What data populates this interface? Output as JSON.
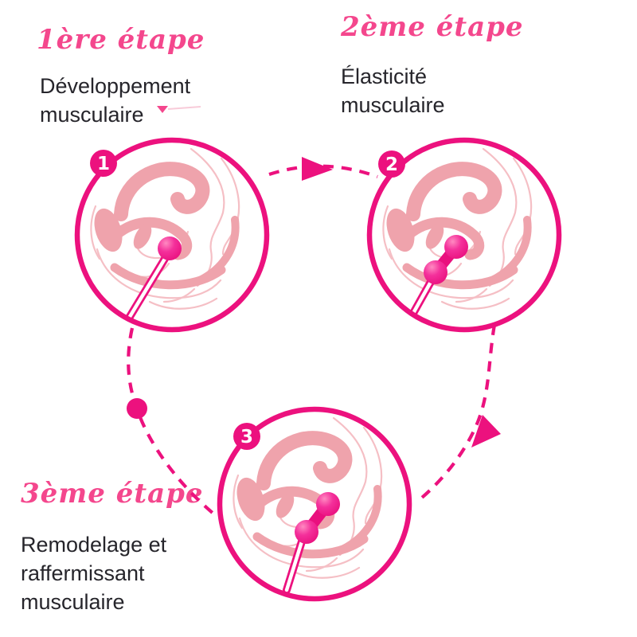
{
  "canvas": {
    "background": "#FFFFFF"
  },
  "palette": {
    "primary_pink": "#EC117E",
    "script_pink": "#F4478D",
    "ball_pink": "#E9107E",
    "salmon": "#EFA3AC",
    "salmon_light": "#F5BFC5",
    "text_dark": "#26252B",
    "badge_text": "#FFFFFF"
  },
  "steps": [
    {
      "number": "1",
      "title": "1ère étape",
      "description": "Développement\nmusculaire",
      "balls": 1
    },
    {
      "number": "2",
      "title": "2ème étape",
      "description": "Élasticité\nmusculaire",
      "balls": 2
    },
    {
      "number": "3",
      "title": "3ème étape",
      "description": "Remodelage et\nraffermissant\nmusculaire",
      "balls": 2
    }
  ],
  "flow": {
    "type": "circular",
    "order": "1 → 2 → 3 → 1"
  }
}
